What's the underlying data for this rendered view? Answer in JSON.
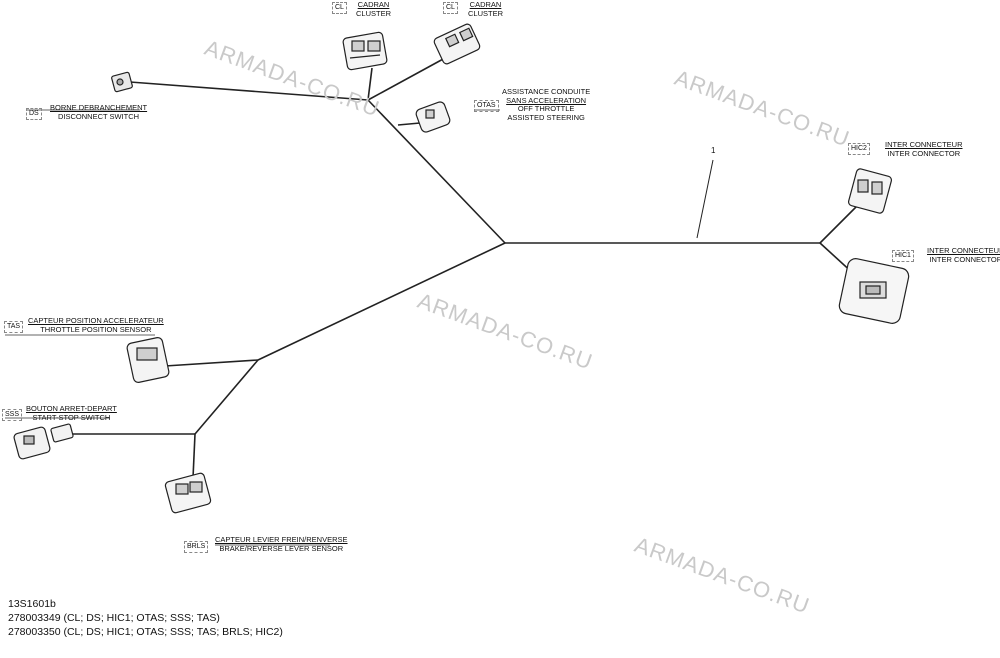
{
  "watermark": "ARMADA-CO.RU",
  "item_number": "1",
  "connectors": {
    "cl1": {
      "code": "CL",
      "fr": "CADRAN",
      "en": "CLUSTER"
    },
    "cl2": {
      "code": "CL",
      "fr": "CADRAN",
      "en": "CLUSTER"
    },
    "ds": {
      "code": "DS",
      "fr": "BORNE DEBRANCHEMENT",
      "en": "DISCONNECT SWITCH"
    },
    "otas": {
      "code": "OTAS",
      "fr1": "ASSISTANCE CONDUITE",
      "fr2": "SANS ACCELERATION",
      "en1": "OFF THROTTLE",
      "en2": "ASSISTED STEERING"
    },
    "hic2": {
      "code": "HIC2",
      "fr": "INTER CONNECTEUR",
      "en": "INTER CONNECTOR"
    },
    "hic1": {
      "code": "HIC1",
      "fr": "INTER CONNECTEUR",
      "en": "INTER CONNECTOR"
    },
    "tas": {
      "code": "TAS",
      "fr": "CAPTEUR POSITION ACCELERATEUR",
      "en": "THROTTLE POSITION SENSOR"
    },
    "sss": {
      "code": "SSS",
      "fr": "BOUTON ARRET-DEPART",
      "en": "START-STOP SWITCH"
    },
    "brls": {
      "code": "BRLS",
      "fr": "CAPTEUR LEVIER FREIN/RENVERSE",
      "en": "BRAKE/REVERSE LEVER SENSOR"
    }
  },
  "footer": {
    "ref": "13S1601b",
    "line1": "278003349 (CL; DS; HIC1; OTAS; SSS; TAS)",
    "line2": "278003350 (CL; DS; HIC1; OTAS; SSS; TAS; BRLS; HIC2)"
  }
}
